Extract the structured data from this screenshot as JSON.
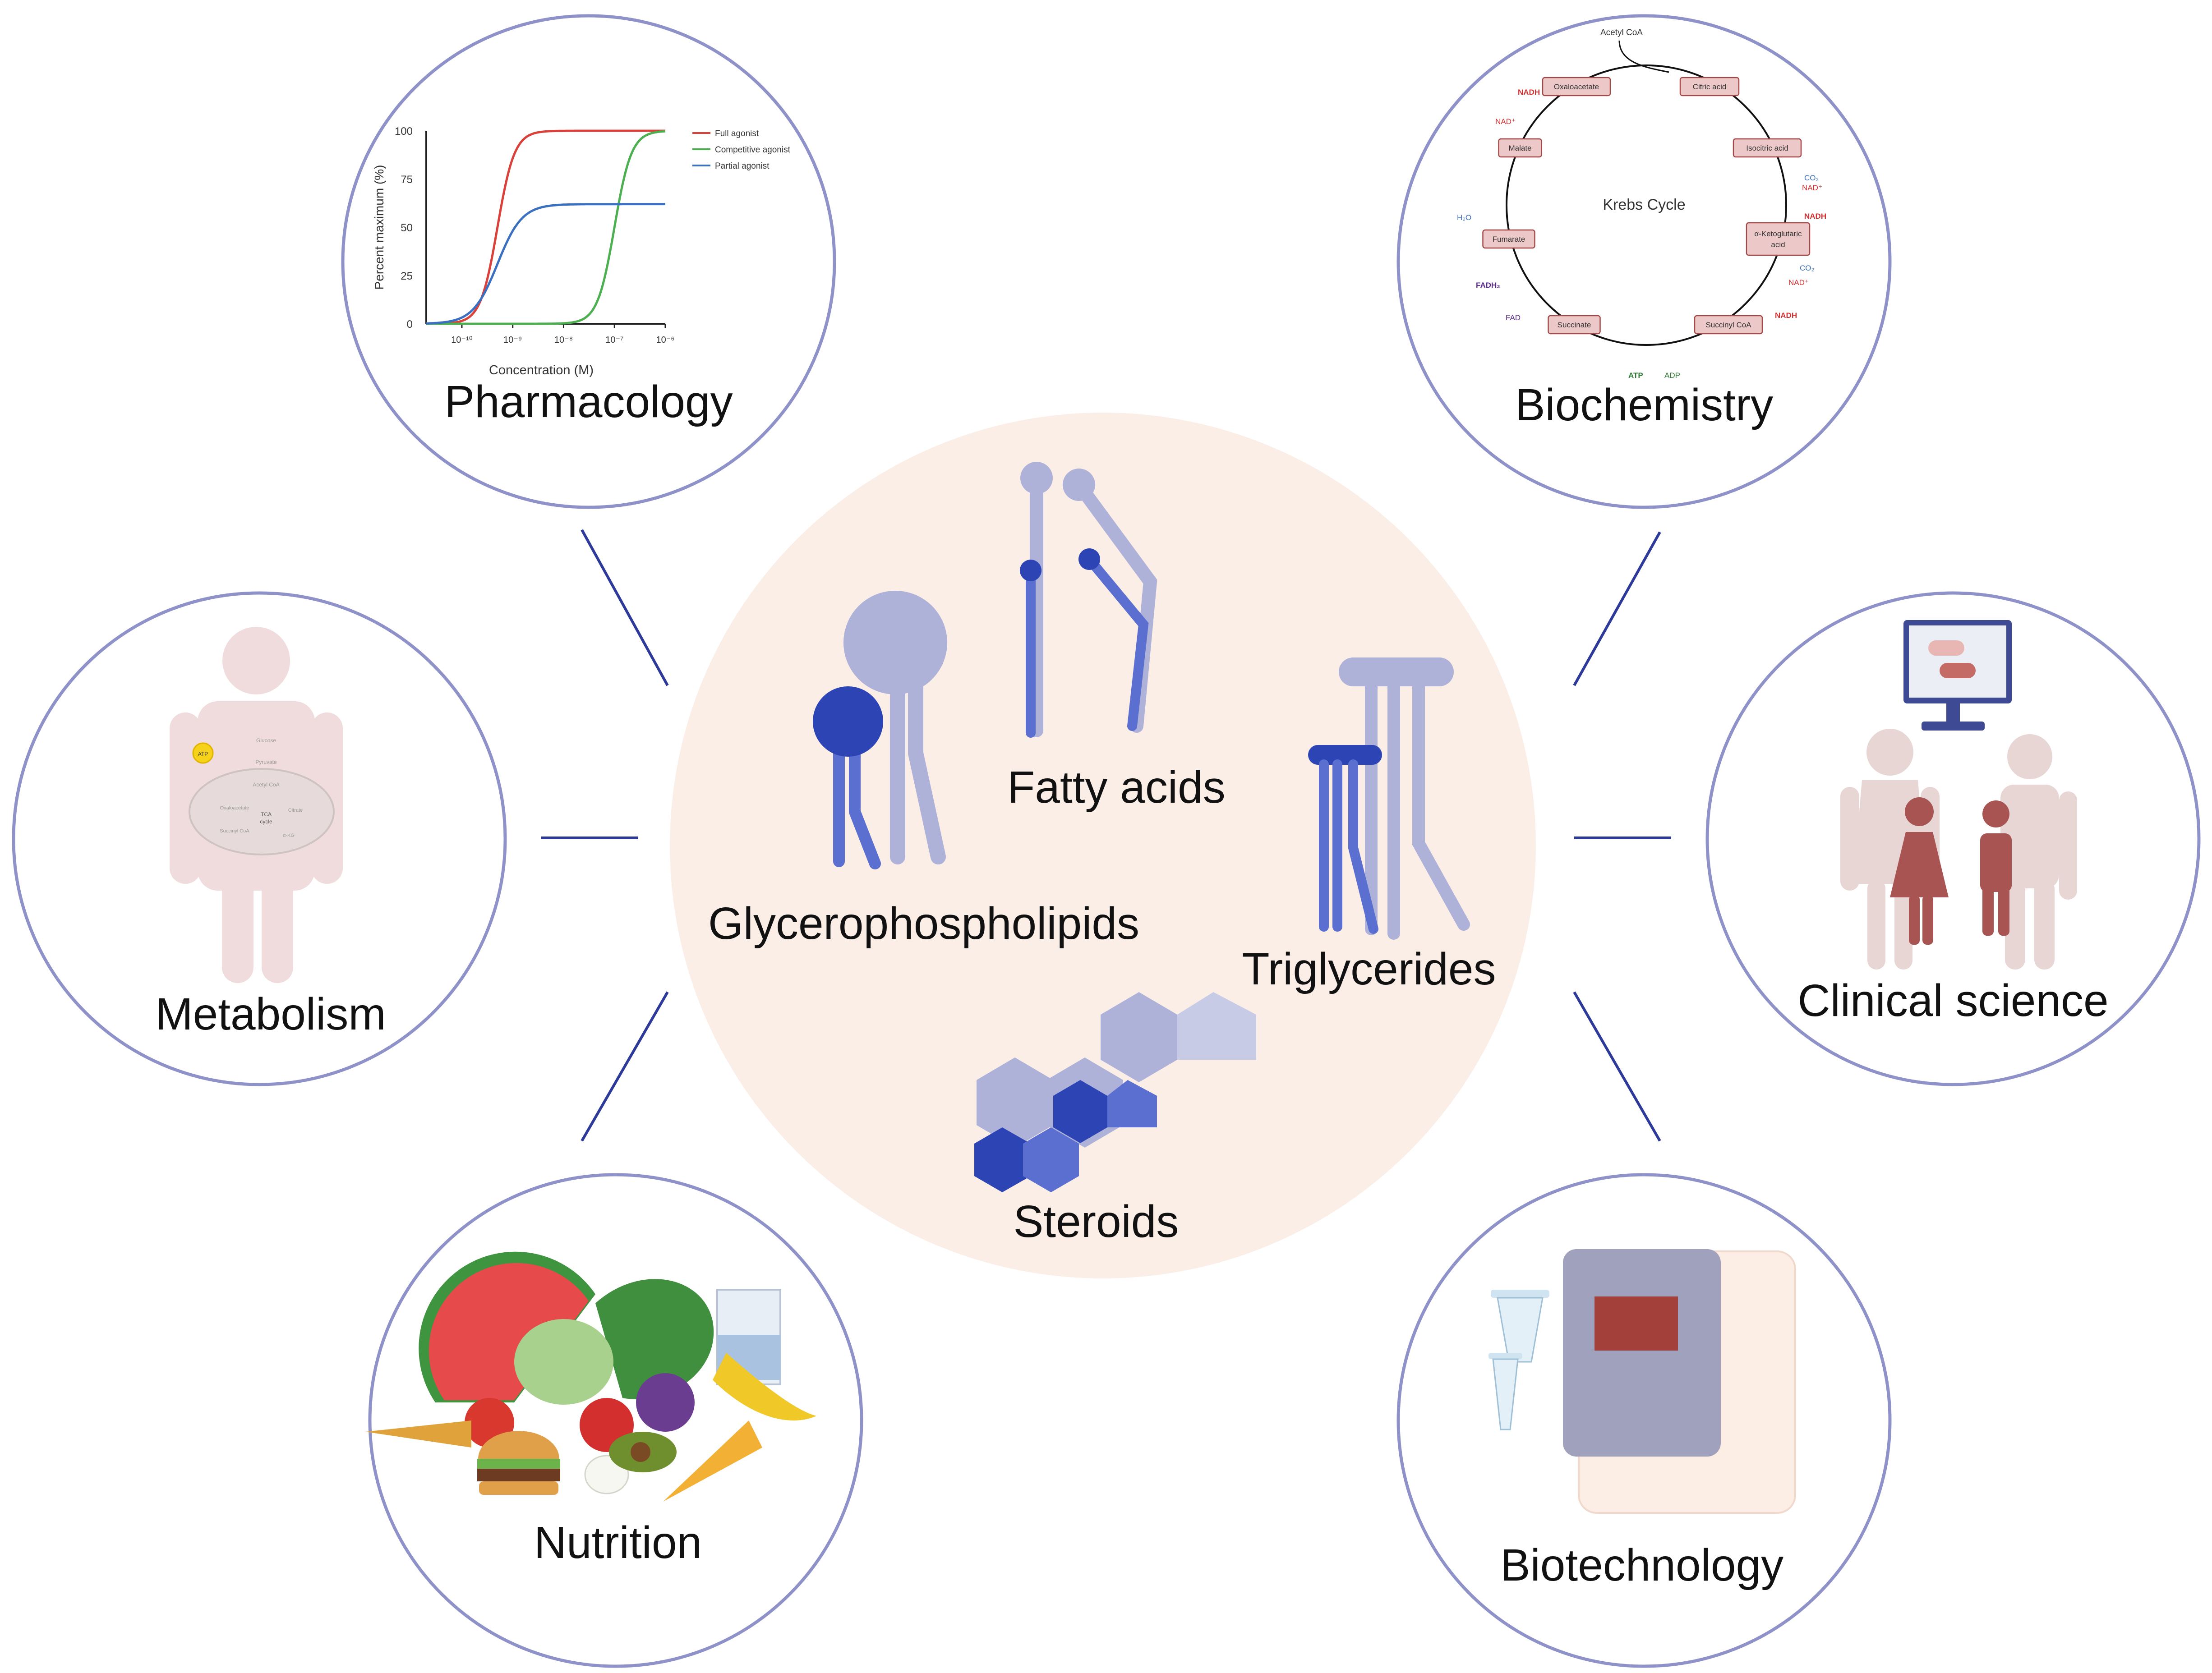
{
  "center": {
    "labels": {
      "fatty_acids": "Fatty acids",
      "glycerophospholipids": "Glycerophospholipids",
      "triglycerides": "Triglycerides",
      "steroids": "Steroids"
    }
  },
  "satellites": {
    "pharmacology": "Pharmacology",
    "biochemistry": "Biochemistry",
    "metabolism": "Metabolism",
    "clinical_science": "Clinical science",
    "nutrition": "Nutrition",
    "biotechnology": "Biotechnology"
  },
  "pharmacology_chart": {
    "type": "line",
    "ylabel": "Percent maximum (%)",
    "xlabel": "Concentration (M)",
    "yticks": [
      "0",
      "25",
      "50",
      "75",
      "100"
    ],
    "xticks": [
      "10⁻¹⁰",
      "10⁻⁹",
      "10⁻⁸",
      "10⁻⁷",
      "10⁻⁶"
    ],
    "xlim": [
      -10.7,
      -6
    ],
    "ylim": [
      0,
      100
    ],
    "series": [
      {
        "name": "Full agonist",
        "color": "#d9413a",
        "ec50_log": -9.3,
        "max": 100,
        "hill": 2.6
      },
      {
        "name": "Competitive agonist",
        "color": "#4caf50",
        "ec50_log": -7,
        "max": 100,
        "hill": 2.6
      },
      {
        "name": "Partial agonist",
        "color": "#3b6fbf",
        "ec50_log": -9.3,
        "max": 62,
        "hill": 1.8
      }
    ]
  },
  "krebs": {
    "title": "Krebs Cycle",
    "input": "Acetyl CoA",
    "nodes": [
      "Oxaloacetate",
      "Citric acid",
      "Isocitric acid",
      "α-Ketoglutaric acid",
      "Succinyl CoA",
      "Succinate",
      "Fumarate",
      "Malate"
    ],
    "cofactors": {
      "nadh": "NADH",
      "nad": "NAD⁺",
      "co2": "CO₂",
      "h2o": "H₂O",
      "fadh2": "FADH₂",
      "fad": "FAD",
      "atp": "ATP",
      "adp": "ADP"
    }
  },
  "metabolism_inset": {
    "atp": "ATP",
    "glucose": "Glucose",
    "pyruvate": "Pyruvate",
    "acetyl_coa": "Acetyl CoA",
    "tca": "TCA",
    "cycle": "cycle",
    "citrate": "Citrate",
    "oxaloacetate": "Oxaloacetate",
    "succinyl_coa": "Succinyl CoA",
    "akg": "α-KG"
  },
  "colors": {
    "circle_stroke": "#8e92c9",
    "center_fill": "#fbeee7",
    "connector": "#2d3a9a",
    "lipid_light": "#aeb2d8",
    "lipid_mid": "#5a6fd0",
    "lipid_dark": "#2c44b4",
    "figure_pink": "#f0dcdc",
    "clinical_adult": "#e8d6d5",
    "clinical_child": "#a85452"
  }
}
